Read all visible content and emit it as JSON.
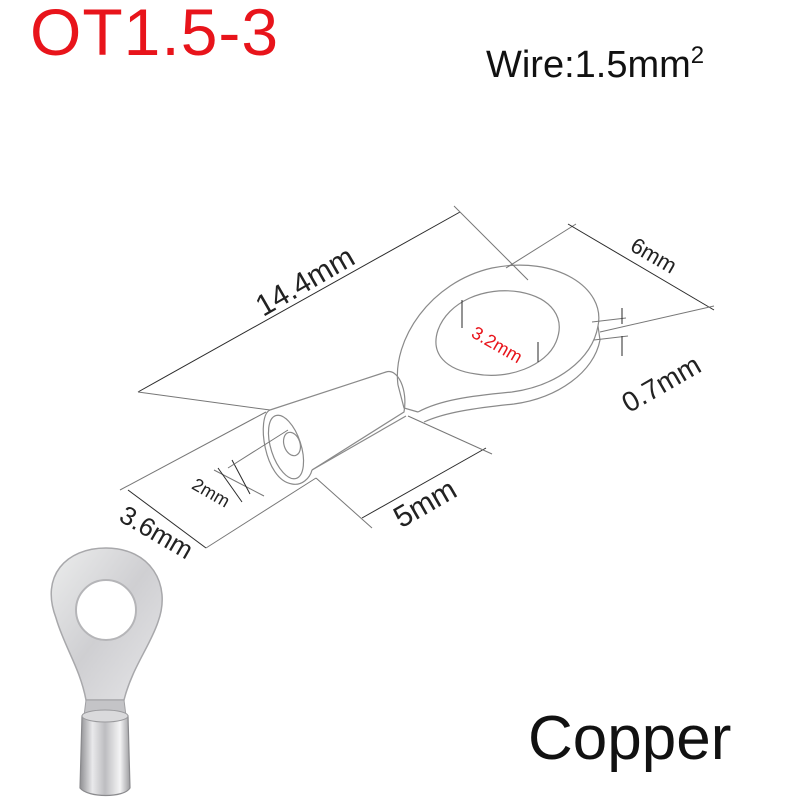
{
  "product": {
    "model": "OT1.5-3",
    "wire_label": "Wire:1.5mm",
    "wire_exponent": "2",
    "material": "Copper",
    "title_color": "#e8141b"
  },
  "dimensions": {
    "total_length": "14.4mm",
    "ring_outer": "6mm",
    "hole_diameter": "3.2mm",
    "thickness": "0.7mm",
    "barrel_inner": "2mm",
    "barrel_outer": "3.6mm",
    "barrel_length": "5mm",
    "hole_label_color": "#e8141b"
  },
  "icons": {
    "diagram": "ring-terminal-line-drawing",
    "photo": "copper-ring-terminal-photo"
  }
}
